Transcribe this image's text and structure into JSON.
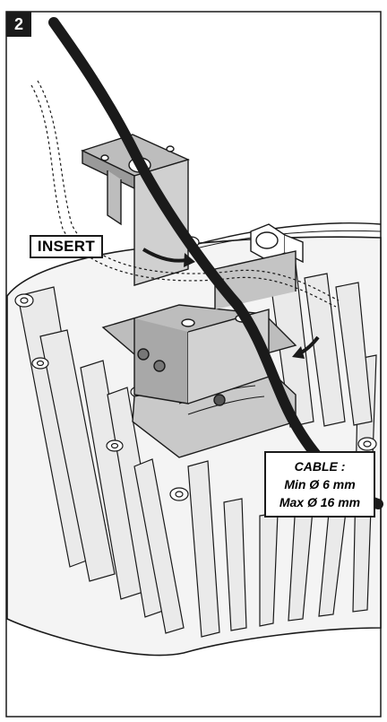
{
  "step_number": "2",
  "insert_label": "INSERT",
  "cable_spec": {
    "title": "CABLE :",
    "min": "Min Ø 6 mm",
    "max": "Max Ø 16 mm"
  }
}
